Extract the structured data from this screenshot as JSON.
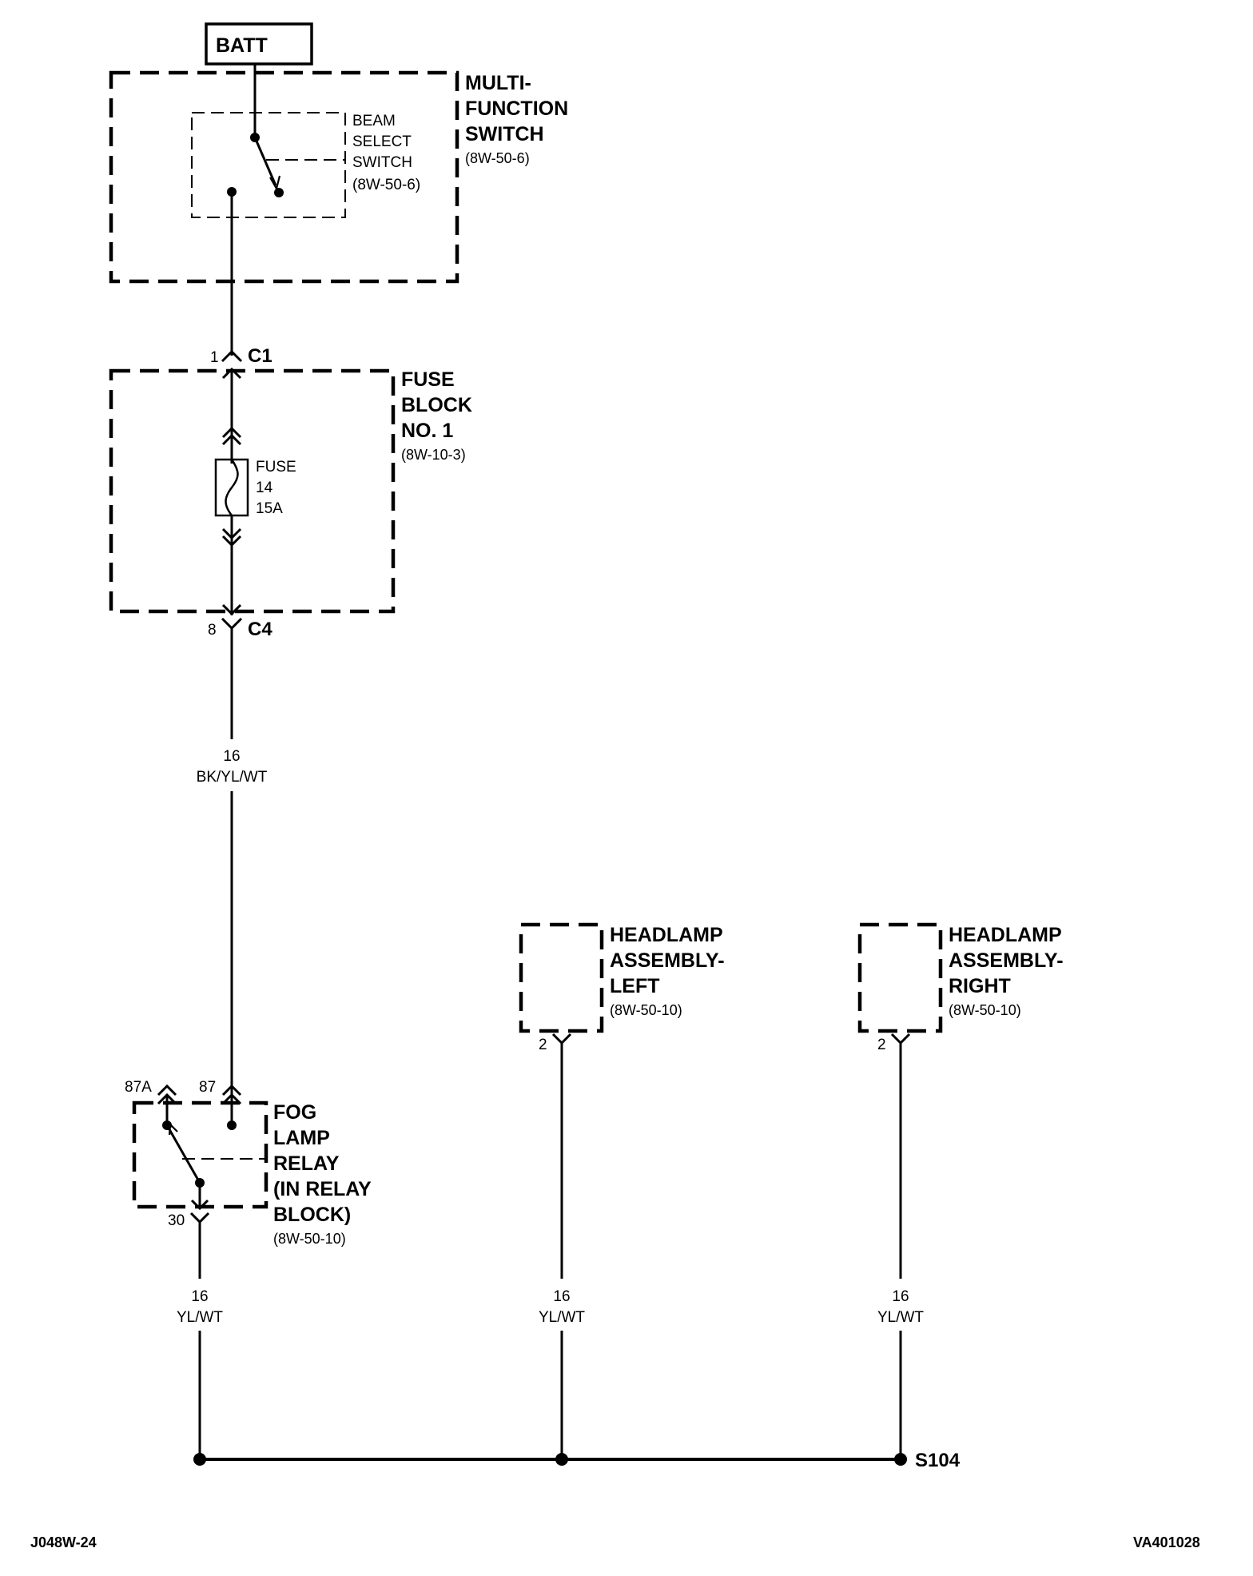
{
  "batt": {
    "label": "BATT"
  },
  "multifunction_switch": {
    "name_lines": [
      "MULTI-",
      "FUNCTION",
      "SWITCH"
    ],
    "ref": "(8W-50-6)",
    "beam_select": {
      "lines": [
        "BEAM",
        "SELECT",
        "SWITCH"
      ],
      "ref": "(8W-50-6)"
    }
  },
  "connector_c1": {
    "pin": "1",
    "name": "C1"
  },
  "fuse_block": {
    "name_lines": [
      "FUSE",
      "BLOCK",
      "NO. 1"
    ],
    "ref": "(8W-10-3)",
    "fuse": {
      "lines": [
        "FUSE",
        "14",
        "15A"
      ]
    }
  },
  "connector_c4": {
    "pin": "8",
    "name": "C4"
  },
  "wire_main": {
    "gauge": "16",
    "color": "BK/YL/WT"
  },
  "headlamp_left": {
    "name_lines": [
      "HEADLAMP",
      "ASSEMBLY-",
      "LEFT"
    ],
    "ref": "(8W-50-10)",
    "pin": "2"
  },
  "headlamp_right": {
    "name_lines": [
      "HEADLAMP",
      "ASSEMBLY-",
      "RIGHT"
    ],
    "ref": "(8W-50-10)",
    "pin": "2"
  },
  "fog_relay": {
    "name_lines": [
      "FOG",
      "LAMP",
      "RELAY",
      "(IN RELAY",
      "BLOCK)"
    ],
    "ref": "(8W-50-10)",
    "pin_87a": "87A",
    "pin_87": "87",
    "pin_30": "30"
  },
  "wire_relay": {
    "gauge": "16",
    "color": "YL/WT"
  },
  "wire_left": {
    "gauge": "16",
    "color": "YL/WT"
  },
  "wire_right": {
    "gauge": "16",
    "color": "YL/WT"
  },
  "splice": {
    "name": "S104"
  },
  "footer": {
    "left_code": "J048W-24",
    "right_code": "VA401028"
  }
}
